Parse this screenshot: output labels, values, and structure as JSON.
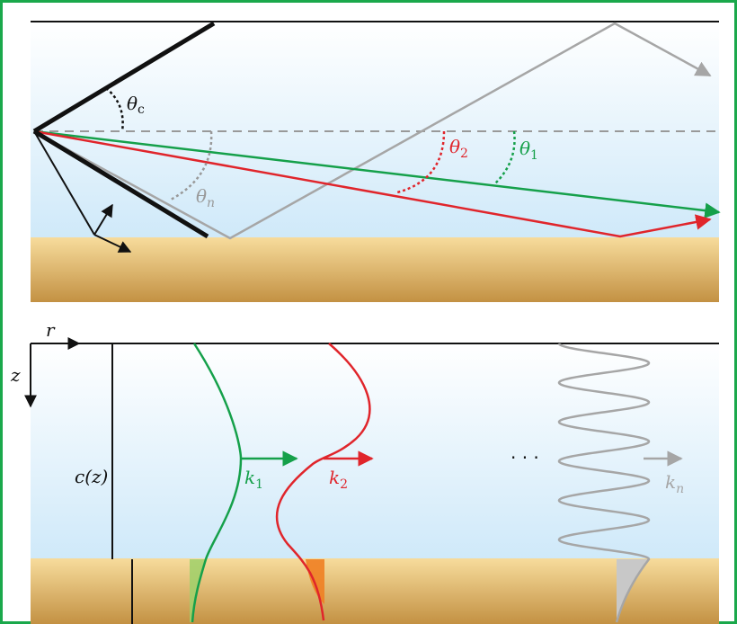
{
  "colors": {
    "frame": "#1aa84b",
    "water_top": "#ffffff",
    "water_bottom": "#cfe9f9",
    "sediment_top": "#f7dc9c",
    "sediment_bottom": "#c39143",
    "green_ray": "#15a04a",
    "red_ray": "#e0252b",
    "gray_ray": "#a6a6a6",
    "black": "#111111"
  },
  "top_panel": {
    "labels": {
      "theta_c": "θ",
      "theta_c_sub": "c",
      "theta_1": "θ",
      "theta_1_sub": "1",
      "theta_2": "θ",
      "theta_2_sub": "2",
      "theta_n": "θ",
      "theta_n_sub": "n"
    }
  },
  "bottom_panel": {
    "labels": {
      "r": "r",
      "z": "z",
      "cz": "c(z)",
      "k1": "k",
      "k1_sub": "1",
      "k2": "k",
      "k2_sub": "2",
      "kn": "k",
      "kn_sub": "n",
      "ellipsis": "· · ·"
    }
  }
}
